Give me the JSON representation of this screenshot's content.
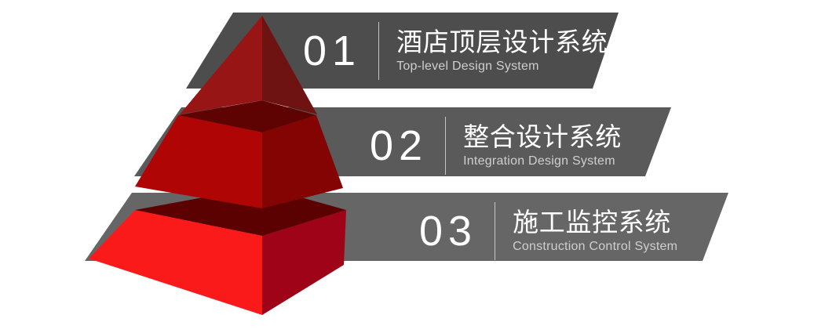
{
  "diagram": {
    "type": "3-tier pyramid infographic",
    "background_color": "#ffffff",
    "tiers": [
      {
        "number": "01",
        "title_cn": "酒店顶层设计系统",
        "title_en": "Top-level Design System",
        "band_color": "#4d4d4d",
        "number_color": "#ffffff",
        "title_color": "#ffffff",
        "subtitle_color": "#cfcfcf",
        "pyramid_left_face": "#981515",
        "pyramid_right_face": "#6e1212"
      },
      {
        "number": "02",
        "title_cn": "整合设计系统",
        "title_en": "Integration Design System",
        "band_color": "#5a5a5a",
        "number_color": "#ffffff",
        "title_color": "#ffffff",
        "subtitle_color": "#cfcfcf",
        "pyramid_left_face": "#af0505",
        "pyramid_right_face": "#840303",
        "pyramid_top_face": "#5e0202"
      },
      {
        "number": "03",
        "title_cn": "施工监控系统",
        "title_en": "Construction Control System",
        "band_color": "#666666",
        "number_color": "#ffffff",
        "title_color": "#ffffff",
        "subtitle_color": "#cfcfcf",
        "pyramid_left_face": "#fa1a1a",
        "pyramid_right_face": "#9e0317",
        "pyramid_top_face": "#5c0101"
      }
    ],
    "divider_color": "#d8d8d8"
  }
}
